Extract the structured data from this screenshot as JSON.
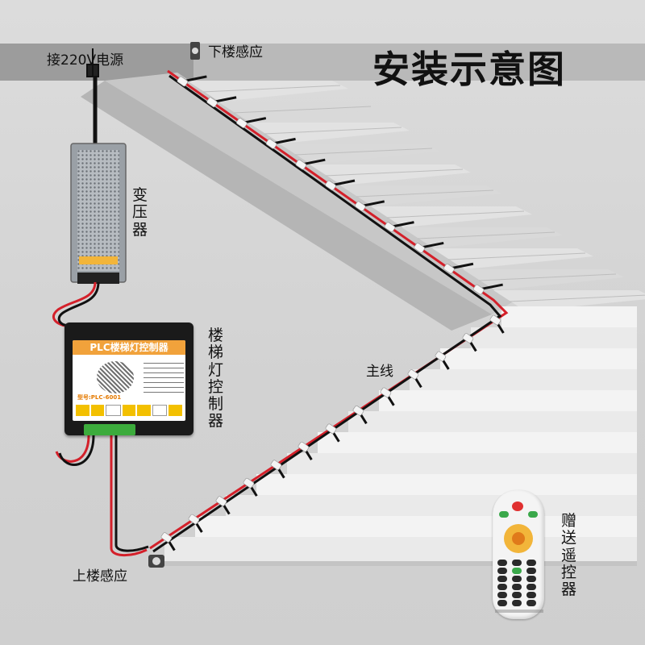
{
  "title": "安装示意图",
  "labels": {
    "power_source": "接220V电源",
    "downstairs_sensor": "下楼感应",
    "transformer": "变压器",
    "controller": "楼梯灯控制器",
    "main_line": "主线",
    "upstairs_sensor": "上楼感应",
    "remote_gift": "赠送遥控器"
  },
  "controller_panel": {
    "heading": "PLC楼梯灯控制器",
    "model": "型号:PLC-6001"
  },
  "colors": {
    "wire_red": "#d4202a",
    "wire_black": "#111111",
    "controller_accent": "#f1a23b"
  }
}
